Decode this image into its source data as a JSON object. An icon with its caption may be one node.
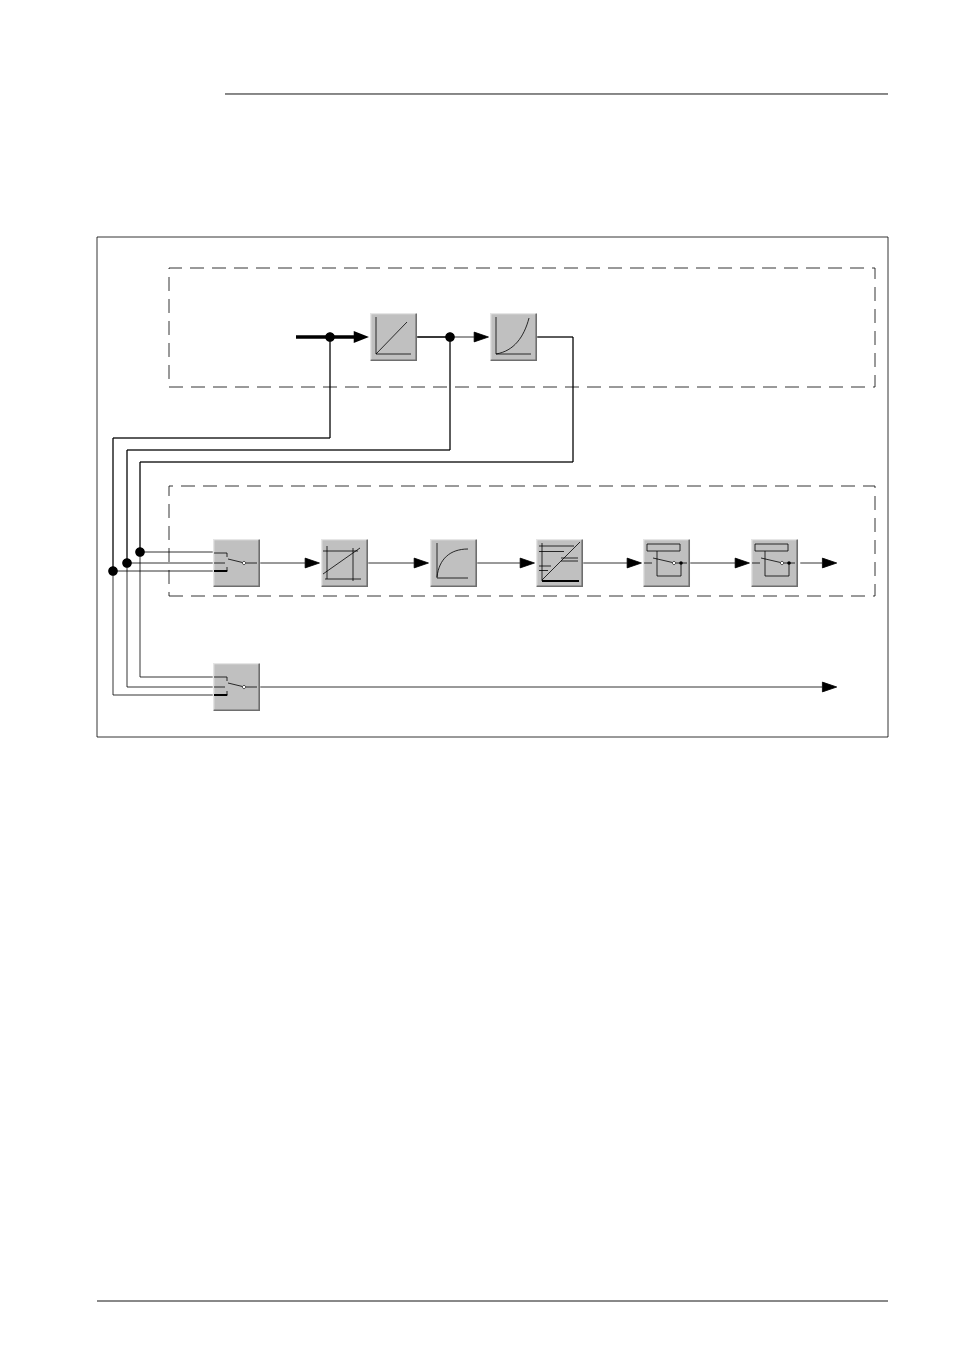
{
  "diagram": {
    "nodes": [
      {
        "text": [],
        "shape": "box"
      },
      {
        "text": [],
        "shape": "box",
        "in": 0
      },
      {
        "text": [],
        "shape": "box",
        "in": 0
      },
      {
        "text": [],
        "shape": "box"
      },
      {
        "text": [],
        "shape": "box",
        "in": 3
      },
      {
        "text": [],
        "shape": "box",
        "in": 3
      },
      {
        "text": [],
        "shape": "box",
        "in": 3
      },
      {
        "text": [],
        "shape": "box",
        "in": 3
      },
      {
        "text": [],
        "shape": "box",
        "in": 3
      },
      {
        "text": [],
        "shape": "box",
        "in": 3
      },
      {
        "text": [],
        "shape": "box"
      }
    ],
    "edges": [
      {
        "from": null,
        "to": 1,
        "arrow": "to",
        "style": "thick"
      },
      {
        "from": null,
        "to": 4,
        "arrow": "none"
      },
      {
        "from": null,
        "to": 10,
        "arrow": "none"
      },
      {
        "from": 1,
        "to": 2,
        "arrow": "to"
      },
      {
        "from": 1,
        "to": 4,
        "arrow": "none"
      },
      {
        "from": 1,
        "to": 10,
        "arrow": "none"
      },
      {
        "from": 2,
        "to": 4,
        "arrow": "none"
      },
      {
        "from": 2,
        "to": 10,
        "arrow": "none"
      },
      {
        "from": 4,
        "to": 5,
        "arrow": "to"
      },
      {
        "from": 5,
        "to": 6,
        "arrow": "to"
      },
      {
        "from": 6,
        "to": 7,
        "arrow": "to"
      },
      {
        "from": 7,
        "to": 8,
        "arrow": "to"
      },
      {
        "from": 8,
        "to": 9,
        "arrow": "to"
      },
      {
        "from": 9,
        "to": null,
        "arrow": "to"
      },
      {
        "from": 10,
        "to": null,
        "arrow": "to"
      }
    ]
  }
}
